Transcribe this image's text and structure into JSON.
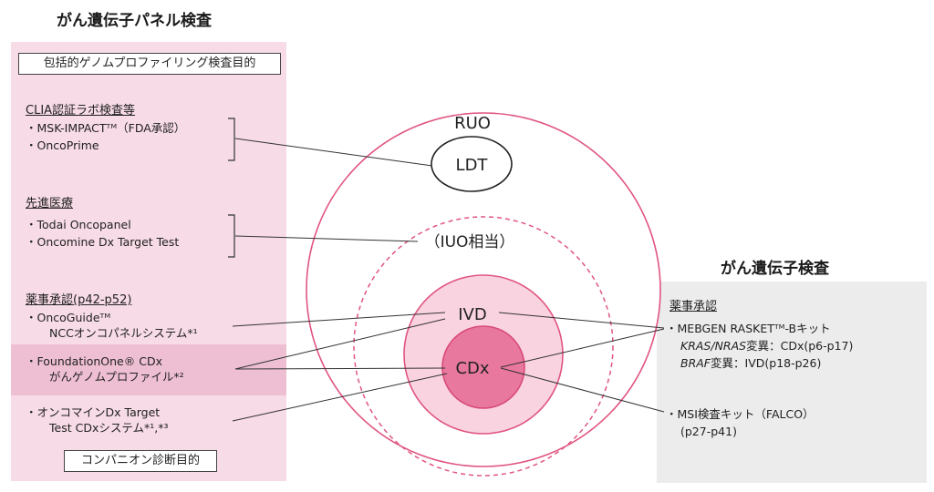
{
  "colors": {
    "circle_stroke": "#e0557f",
    "panel": "#f7dbe6",
    "panel_highlight": "#eebfd2",
    "ivd_fill": "#f9d3e0",
    "cdx_fill": "#e9789f",
    "right_panel": "#ececec"
  },
  "left": {
    "title": "がん遺伝子パネル検査",
    "top_box": "包括的ゲノムプロファイリング検査目的",
    "clia": {
      "heading": "CLIA認証ラボ検査等",
      "items": [
        "MSK-IMPACTᵀᴹ（FDA承認）",
        "OncoPrime"
      ]
    },
    "senshin": {
      "heading": "先進医療",
      "items": [
        "Todai Oncopanel",
        "Oncomine Dx Target Test"
      ]
    },
    "yakuji": {
      "heading": "薬事承認(p42-p52)",
      "oncoguide": {
        "line1": "OncoGuideᵀᴹ",
        "line2": "NCCオンコパネルシステム*¹"
      },
      "foundation": {
        "line1": "FoundationOne® CDx",
        "line2": "がんゲノムプロファイル*²"
      },
      "oncomine": {
        "line1": "オンコマインDx Target",
        "line2": "Test CDxシステム*¹,*³"
      }
    },
    "bottom_box": "コンパニオン診断目的"
  },
  "center": {
    "ruo": "RUO",
    "ldt": "LDT",
    "iuo": "（IUO相当）",
    "ivd": "IVD",
    "cdx": "CDx"
  },
  "right": {
    "title": "がん遺伝子検査",
    "heading": "薬事承認",
    "mebgen": {
      "line1": "MEBGEN RASKETᵀᴹ-Bキット",
      "kras_italic": "KRAS/NRAS",
      "kras_rest": "変異：CDx(p6-p17)",
      "braf_italic": "BRAF",
      "braf_rest": "変異：IVD(p18-p26)"
    },
    "msi": {
      "line1": "MSI検査キット（FALCO）",
      "line2": "(p27-p41)"
    }
  }
}
